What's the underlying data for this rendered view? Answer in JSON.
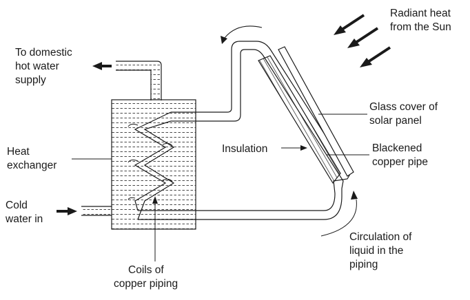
{
  "labels": {
    "radiant_heat": [
      "Radiant heat",
      "from the Sun"
    ],
    "domestic_supply": [
      "To domestic",
      "hot water",
      "supply"
    ],
    "glass_cover": [
      "Glass cover of",
      "solar panel"
    ],
    "insulation": "Insulation",
    "heat_exchanger": [
      "Heat",
      "exchanger"
    ],
    "blackened_pipe": [
      "Blackened",
      "copper pipe"
    ],
    "cold_water": [
      "Cold",
      "water in"
    ],
    "circulation": [
      "Circulation of",
      "liquid in the",
      "piping"
    ],
    "coils": [
      "Coils of",
      "copper piping"
    ]
  },
  "colors": {
    "ink": "#1a1a1a",
    "background": "#ffffff"
  }
}
